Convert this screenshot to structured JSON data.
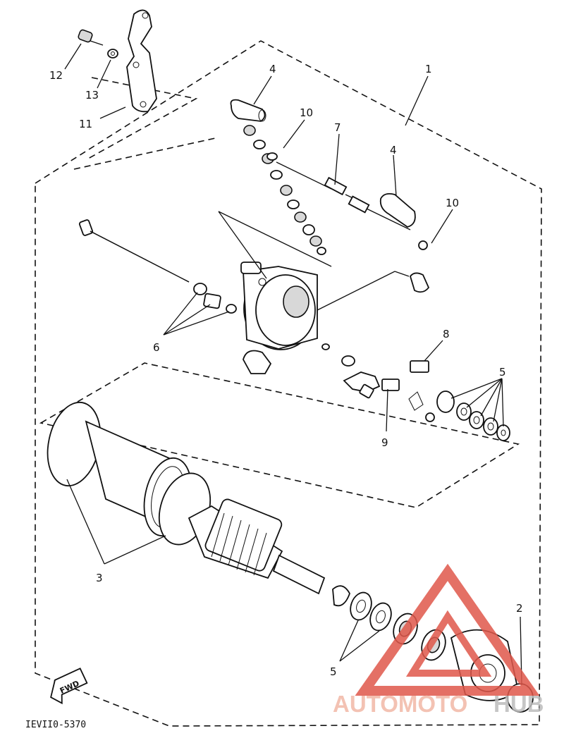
{
  "labels": {
    "p1": "1",
    "p2": "2",
    "p3": "3",
    "p4a": "4",
    "p4b": "4",
    "p5a": "5",
    "p5b": "5",
    "p6": "6",
    "p7": "7",
    "p8": "8",
    "p9": "9",
    "p10a": "10",
    "p10b": "10",
    "p11": "11",
    "p12": "12",
    "p13": "13"
  },
  "fwd_label": "FWD",
  "diagram_code": "IEVII0-5370",
  "watermark": {
    "text_a": "AUTOMOTO",
    "text_b": "HUB",
    "color_a": "#f2b8a6",
    "color_b": "#bdbdbd",
    "triangle_color": "#e0584b"
  }
}
